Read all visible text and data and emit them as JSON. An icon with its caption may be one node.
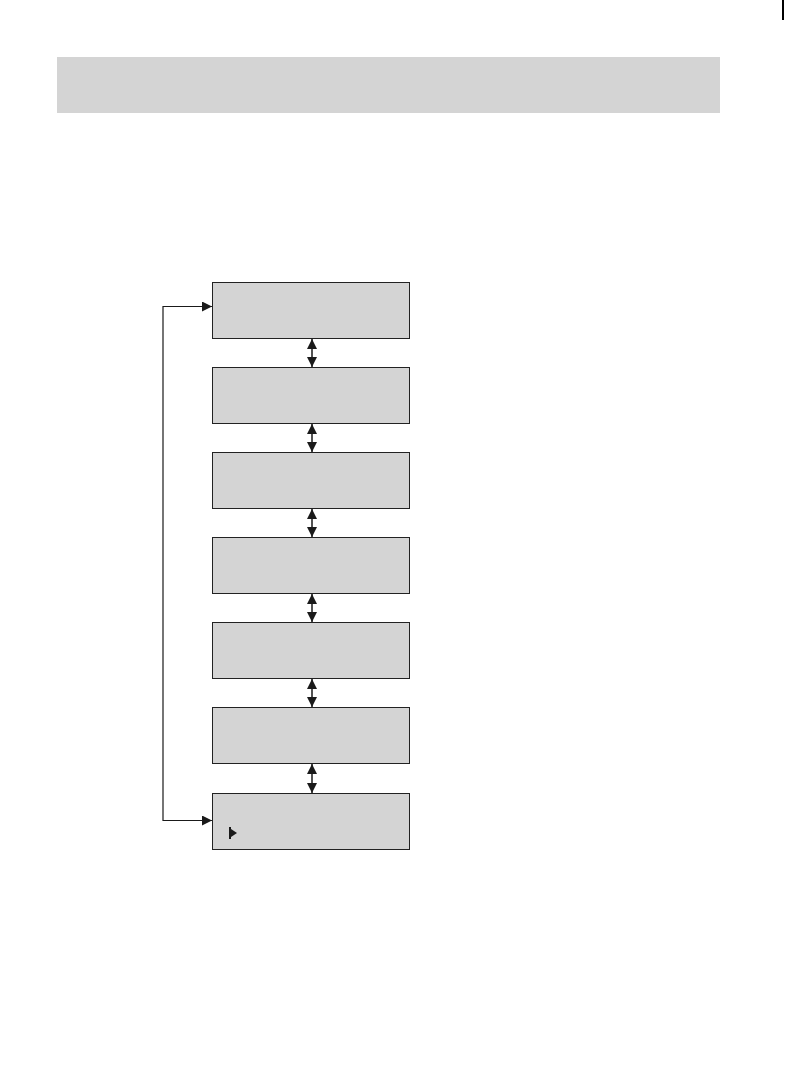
{
  "diagram": {
    "nodes": [
      {
        "text": [],
        "shape": "box"
      },
      {
        "text": [],
        "shape": "box"
      },
      {
        "text": [],
        "shape": "box"
      },
      {
        "text": [],
        "shape": "box"
      },
      {
        "text": [],
        "shape": "box"
      },
      {
        "text": [],
        "shape": "box"
      },
      {
        "text": [],
        "shape": "box"
      }
    ],
    "edges": [
      {
        "from": 0,
        "to": 1,
        "arrow": "both"
      },
      {
        "from": 1,
        "to": 2,
        "arrow": "both"
      },
      {
        "from": 2,
        "to": 3,
        "arrow": "both"
      },
      {
        "from": 3,
        "to": 4,
        "arrow": "both"
      },
      {
        "from": 4,
        "to": 5,
        "arrow": "both"
      },
      {
        "from": 5,
        "to": 6,
        "arrow": "both"
      },
      {
        "from": 6,
        "to": 0,
        "arrow": "both"
      }
    ]
  }
}
